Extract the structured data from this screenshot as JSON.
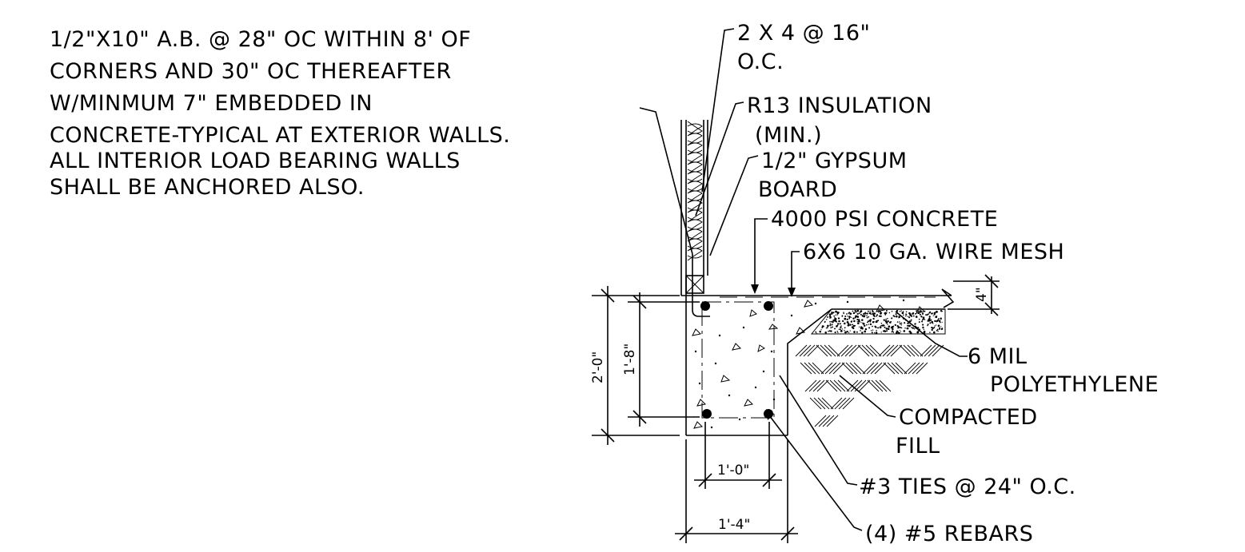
{
  "colors": {
    "ink": "#000000",
    "background": "#ffffff"
  },
  "notes": {
    "anchor_bolt": [
      "1/2\"X10\" A.B. @ 28\" OC WITHIN 8' OF",
      "CORNERS AND 30\" OC THEREAFTER",
      "W/MINMUM 7\" EMBEDDED IN",
      "CONCRETE-TYPICAL AT EXTERIOR WALLS.",
      "ALL INTERIOR LOAD BEARING WALLS",
      "SHALL BE ANCHORED ALSO."
    ],
    "studs": [
      "2 X 4 @ 16\"",
      "O.C."
    ],
    "insulation": [
      "R13 INSULATION",
      "(MIN.)"
    ],
    "gypsum": [
      "1/2\" GYPSUM",
      "BOARD"
    ],
    "concrete": "4000 PSI CONCRETE",
    "mesh": "6X6 10 GA. WIRE MESH",
    "vapor_barrier": [
      "6 MIL",
      "POLYETHYLENE"
    ],
    "fill": [
      "COMPACTED",
      "FILL"
    ],
    "ties": "#3 TIES @ 24\" O.C.",
    "rebars": "(4) #5 REBARS"
  },
  "dimensions": {
    "footing_depth": "2'-0\"",
    "rebar_spacing_vertical": "1'-8\"",
    "slab_thickness": "4\"",
    "rebar_spacing_horizontal": "1'-0\"",
    "footing_width": "1'-4\""
  }
}
